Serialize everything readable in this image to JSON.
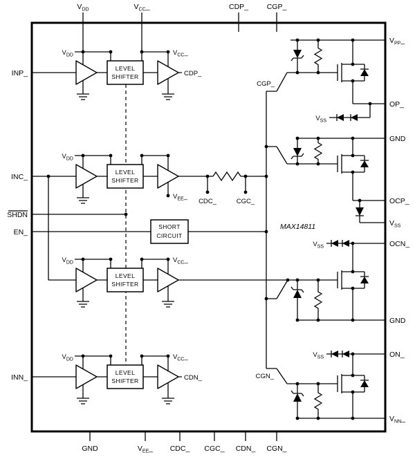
{
  "part_number": "MAX14811",
  "pins": {
    "top": [
      {
        "b": "V",
        "s": "DD"
      },
      {
        "b": "V",
        "s": "CC",
        "x": "_"
      },
      {
        "b": "CDP_"
      },
      {
        "b": "CGP_"
      }
    ],
    "bottom": [
      {
        "b": "GND"
      },
      {
        "b": "V",
        "s": "EE",
        "x": "_"
      },
      {
        "b": "CDC_"
      },
      {
        "b": "CGC_"
      },
      {
        "b": "CDN_"
      },
      {
        "b": "CGN_"
      }
    ],
    "left": [
      {
        "b": "INP_"
      },
      {
        "b": "INC_"
      },
      {
        "b": "SHDN",
        "overline": true
      },
      {
        "b": "EN_"
      },
      {
        "b": "INN_"
      }
    ],
    "right": [
      {
        "b": "V",
        "s": "PP",
        "x": "_"
      },
      {
        "b": "OP_"
      },
      {
        "b": "GND"
      },
      {
        "b": "OCP_"
      },
      {
        "b": "V",
        "s": "SS"
      },
      {
        "b": "OCN_"
      },
      {
        "b": "GND"
      },
      {
        "b": "ON_"
      },
      {
        "b": "V",
        "s": "NN",
        "x": "_"
      }
    ]
  },
  "blocks": {
    "level_shifter": {
      "line1": "LEVEL",
      "line2": "SHIFTER"
    },
    "short_circuit": {
      "line1": "SHORT",
      "line2": "CIRCUIT"
    }
  },
  "internal": {
    "vdd": {
      "b": "V",
      "s": "DD"
    },
    "vcc": {
      "b": "V",
      "s": "CC",
      "x": "_"
    },
    "vee": {
      "b": "V",
      "s": "EE",
      "x": "_"
    },
    "vss": {
      "b": "V",
      "s": "SS"
    },
    "cdc": {
      "b": "CDC_"
    },
    "cgc": {
      "b": "CGC_"
    },
    "cdp": {
      "b": "CDP_"
    },
    "cdn": {
      "b": "CDN_"
    },
    "cgp": {
      "b": "CGP_"
    },
    "cgn": {
      "b": "CGN_"
    },
    "part": {
      "b": "MAX14811"
    }
  }
}
